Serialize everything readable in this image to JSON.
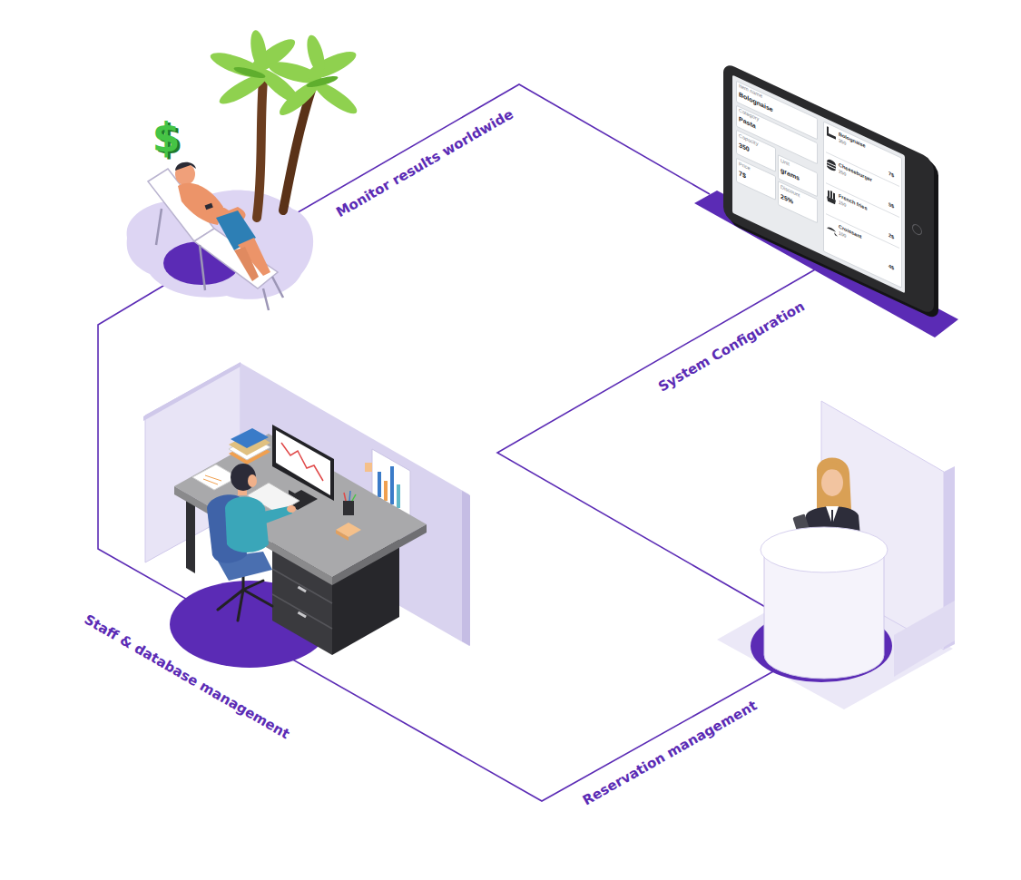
{
  "diagram": {
    "labels": [
      "Monitor results worldwide",
      "System Configuration",
      "Staff & database management",
      "Reservation management",
      "$",
      "Item name",
      "Bolognaise",
      "Category",
      "Pasta",
      "Capacity",
      "350",
      "Unit",
      "grams",
      "Price",
      "7$",
      "Discount",
      "25%",
      "Bolognaise",
      "350",
      "7$",
      "Cheeseburger",
      "250",
      "5$",
      "French fries",
      "150",
      "2$",
      "Croissant",
      "100",
      "4$"
    ]
  }
}
